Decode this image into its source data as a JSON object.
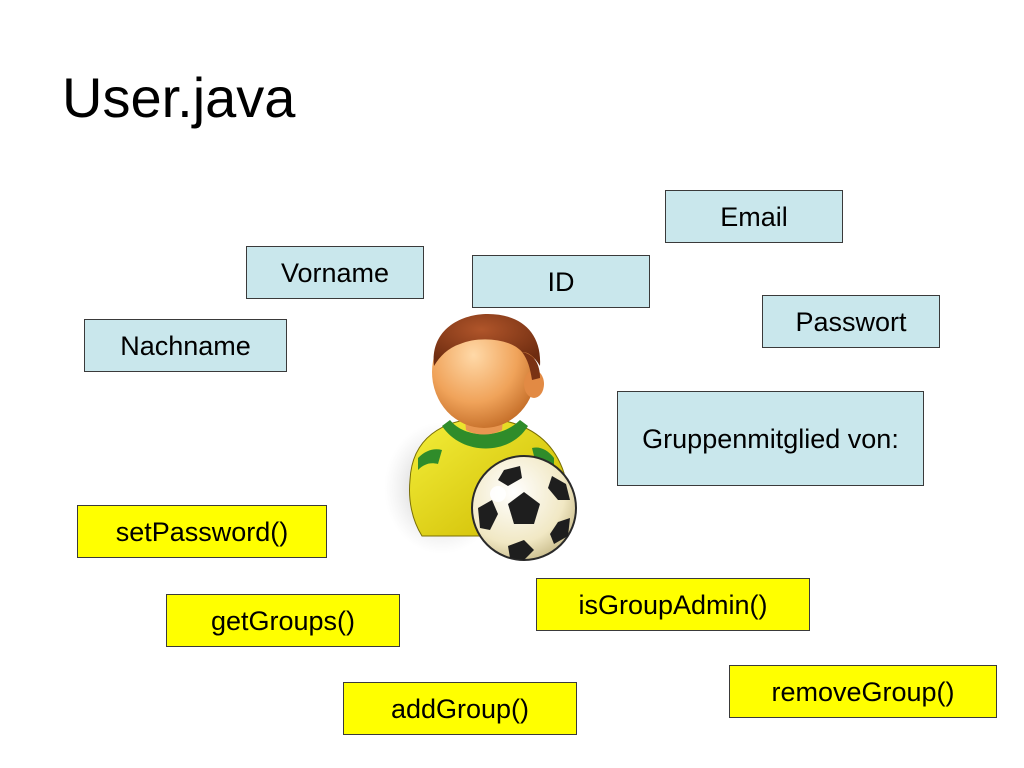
{
  "slide": {
    "title": "User.java"
  },
  "attributes": {
    "email": "Email",
    "vorname": "Vorname",
    "id": "ID",
    "passwort": "Passwort",
    "nachname": "Nachname",
    "gruppenmitglied": "Gruppenmitglied von:"
  },
  "methods": {
    "set_password": "setPassword()",
    "get_groups": "getGroups()",
    "is_group_admin": "isGroupAdmin()",
    "remove_group": "removeGroup()",
    "add_group": "addGroup()"
  },
  "colors": {
    "attribute_fill": "#c9e7ec",
    "method_fill": "#ffff00",
    "border": "#3a3a3a"
  },
  "icons": {
    "user": "user-soccer-player-icon"
  }
}
